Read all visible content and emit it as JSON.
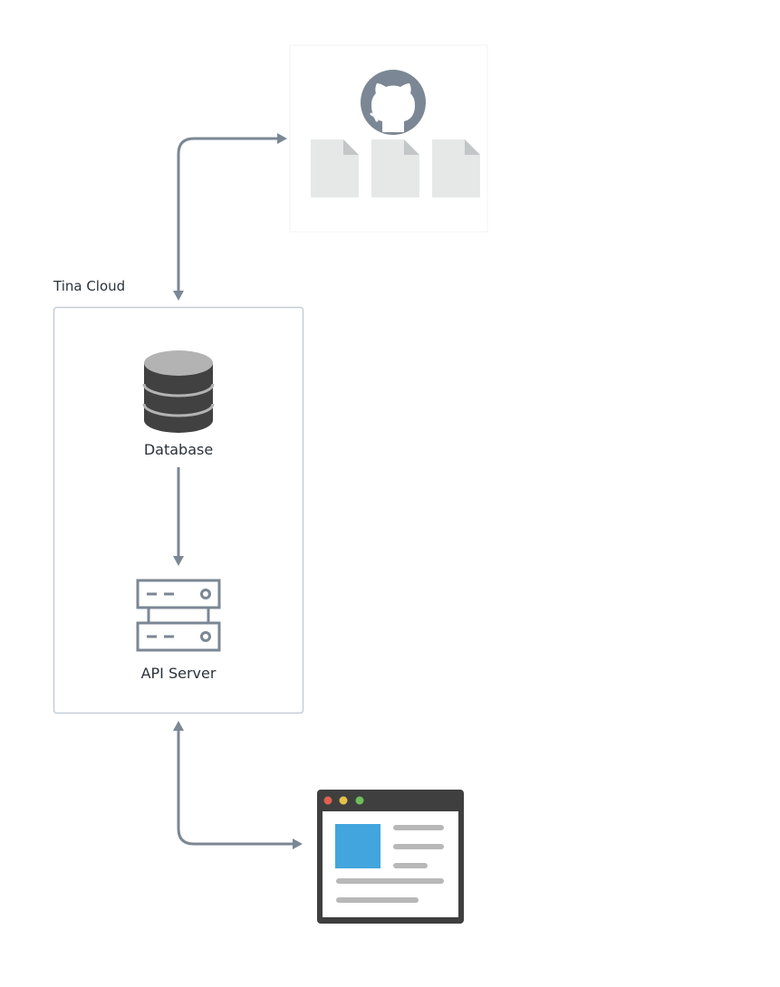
{
  "diagram": {
    "group": {
      "label": "Tina Cloud"
    },
    "nodes": {
      "github": {
        "icon": "github-icon",
        "files": [
          "file-icon",
          "file-icon",
          "file-icon"
        ]
      },
      "database": {
        "icon": "database-icon",
        "label": "Database"
      },
      "api_server": {
        "icon": "server-icon",
        "label": "API Server"
      },
      "browser": {
        "icon": "browser-window-icon"
      }
    },
    "edges": [
      {
        "from": "github",
        "to": "tina_cloud",
        "direction": "both"
      },
      {
        "from": "database",
        "to": "api_server",
        "direction": "forward"
      },
      {
        "from": "tina_cloud",
        "to": "browser",
        "direction": "both"
      }
    ],
    "colors": {
      "arrow": "#7b8794",
      "group_border": "#c6ced6",
      "github_circle": "#7b8794",
      "file": "#e6e8e8",
      "file_fold": "#c3c6c7",
      "db_body": "#414141",
      "db_top": "#b3b3b3",
      "server_stroke": "#7b8794",
      "browser_frame": "#3f3f3f",
      "browser_image": "#42a5dd",
      "browser_lines": "#b8b8b8",
      "dot_red": "#e0614f",
      "dot_yellow": "#e5c04a",
      "dot_green": "#6cbf5a"
    }
  }
}
